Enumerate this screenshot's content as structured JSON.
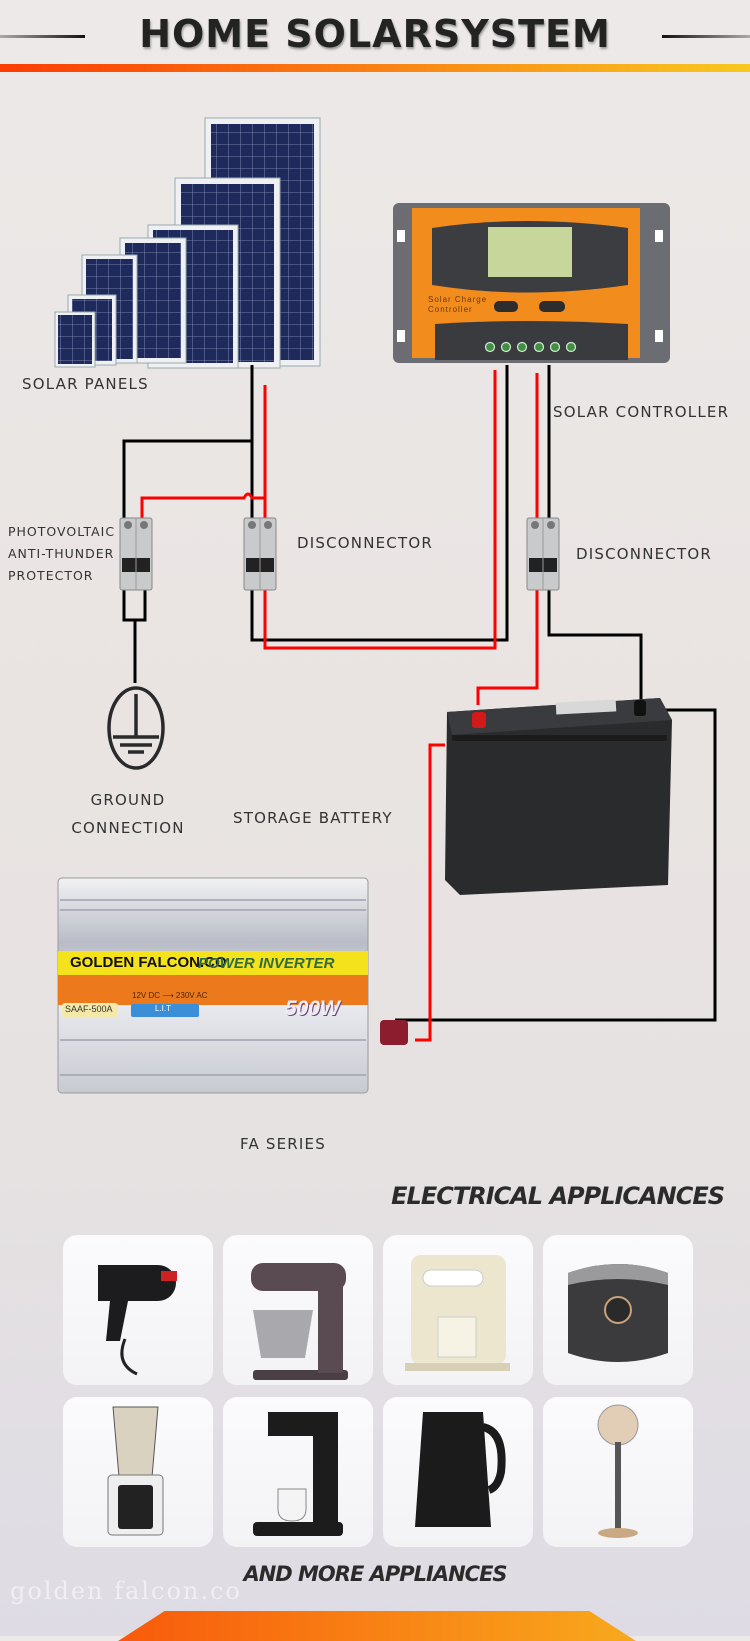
{
  "header": {
    "title": "HOME SOLARSYSTEM"
  },
  "labels": {
    "solar_panels": "SOLAR PANELS",
    "solar_controller": "SOLAR CONTROLLER",
    "pv_protector": [
      "PHOTOVOLTAIC",
      "ANTI-THUNDER",
      "PROTECTOR"
    ],
    "disconnector_left": "DISCONNECTOR",
    "disconnector_right": "DISCONNECTOR",
    "ground": [
      "GROUND",
      "CONNECTION"
    ],
    "storage_battery": "STORAGE BATTERY",
    "fa_series": "FA SERIES"
  },
  "controller": {
    "brand_text": [
      "Solar Charge",
      "Controller"
    ]
  },
  "inverter": {
    "brand": "GOLDEN FALCON.CO",
    "product": "POWER INVERTER",
    "spec": "12V DC ⟶ 230V AC",
    "model": "SAAF-500A",
    "tech": "L.I.T",
    "power": "500W"
  },
  "appliances": {
    "heading": "ELECTRICAL APPLICANCES",
    "items": [
      "hair-dryer",
      "stand-mixer",
      "water-dispenser",
      "rice-cooker",
      "blender",
      "coffee-machine",
      "electric-kettle",
      "standing-fan"
    ],
    "footer": "AND MORE APPLIANCES"
  },
  "watermark": "golden falcon.co",
  "colors": {
    "wire_positive": "#ff0000",
    "wire_negative": "#000000",
    "accent_start": "#fc3d04",
    "accent_end": "#f8c81f",
    "controller_orange": "#f28c1c"
  }
}
